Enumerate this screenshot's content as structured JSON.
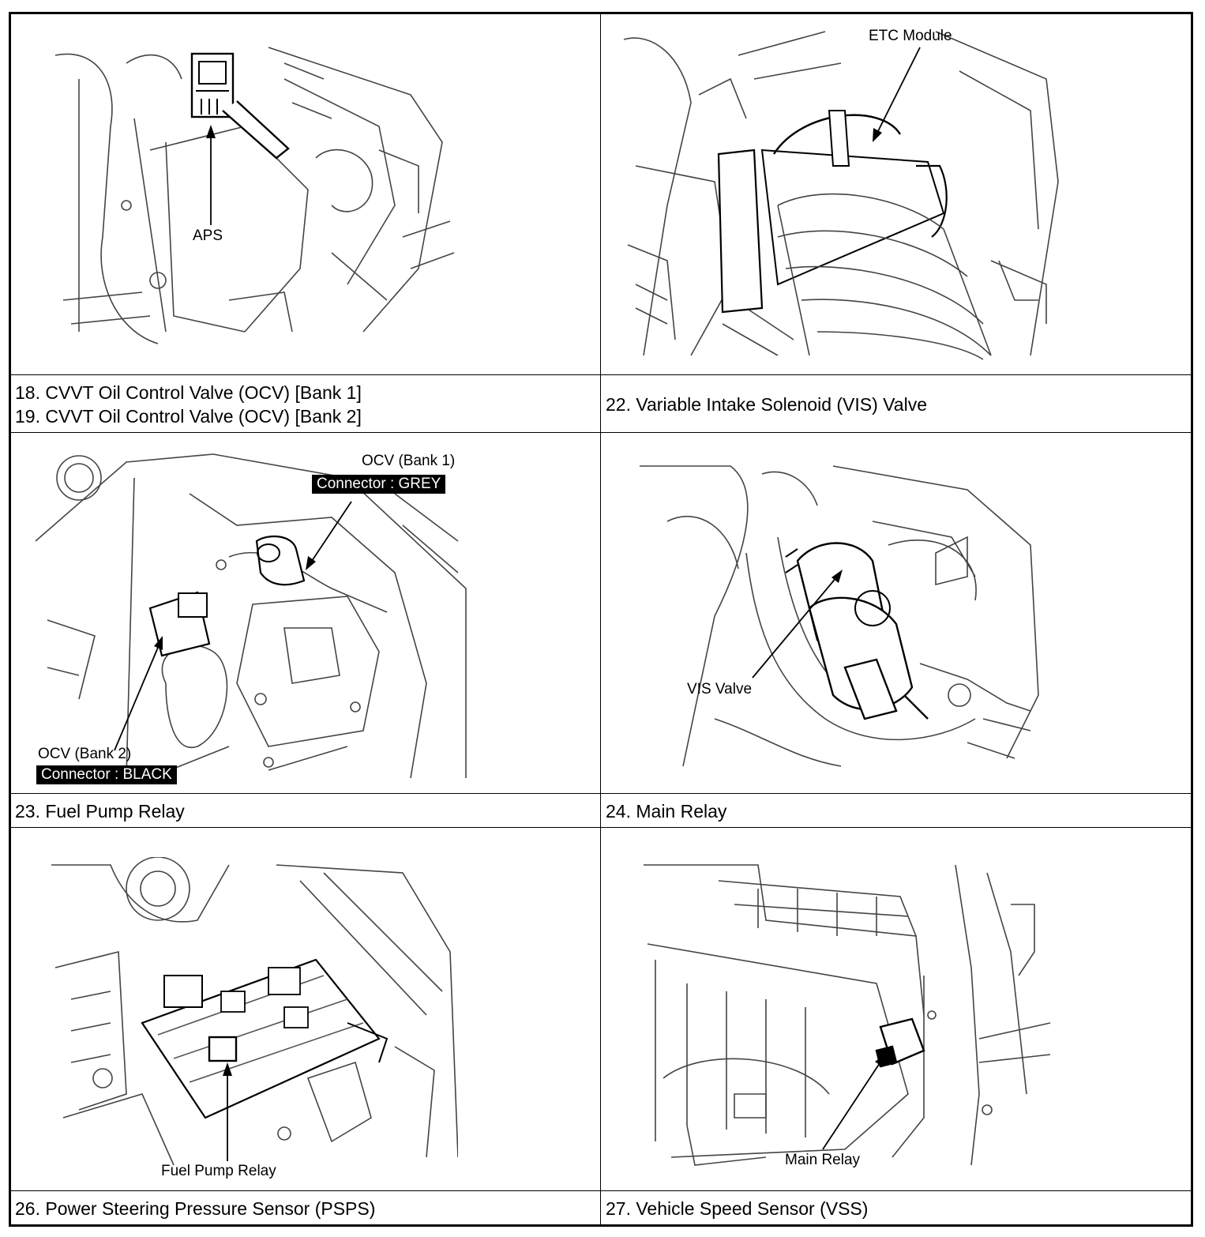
{
  "row1": {
    "left_figure": {
      "callouts": [
        "APS"
      ]
    },
    "right_figure": {
      "callouts": [
        "ETC Module"
      ]
    }
  },
  "row2_captions": {
    "left": [
      "18. CVVT Oil Control Valve (OCV) [Bank 1]",
      "19. CVVT Oil Control Valve (OCV) [Bank 2]"
    ],
    "right": "22. Variable Intake Solenoid (VIS) Valve"
  },
  "row3": {
    "left_figure": {
      "bank1_label": "OCV (Bank 1)",
      "bank1_connector": "Connector : GREY",
      "bank2_label": "OCV (Bank 2)",
      "bank2_connector": "Connector : BLACK"
    },
    "right_figure": {
      "callouts": [
        "VIS Valve"
      ]
    }
  },
  "row4_captions": {
    "left": "23. Fuel Pump Relay",
    "right": "24. Main Relay"
  },
  "row5": {
    "left_figure": {
      "callouts": [
        "Fuel Pump Relay"
      ]
    },
    "right_figure": {
      "callouts": [
        "Main Relay"
      ]
    }
  },
  "row6_captions": {
    "left": "26. Power Steering Pressure Sensor (PSPS)",
    "right": "27. Vehicle Speed Sensor (VSS)"
  }
}
